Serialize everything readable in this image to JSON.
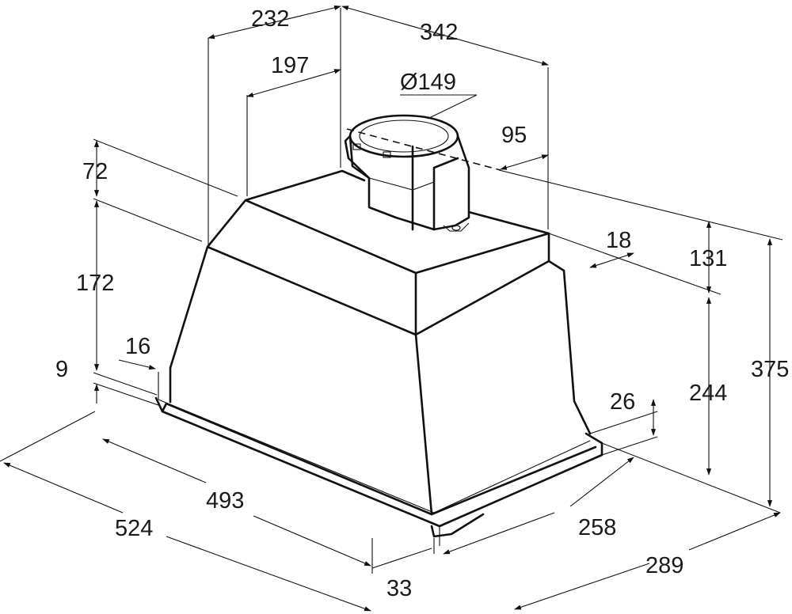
{
  "dimensions": {
    "d232": "232",
    "d342": "342",
    "d197": "197",
    "diameter": "Ø149",
    "d95": "95",
    "d72": "72",
    "d18": "18",
    "d131": "131",
    "d172": "172",
    "d16": "16",
    "d9": "9",
    "d375": "375",
    "d244": "244",
    "d26": "26",
    "d493": "493",
    "d524": "524",
    "d258": "258",
    "d289": "289",
    "d33": "33"
  }
}
